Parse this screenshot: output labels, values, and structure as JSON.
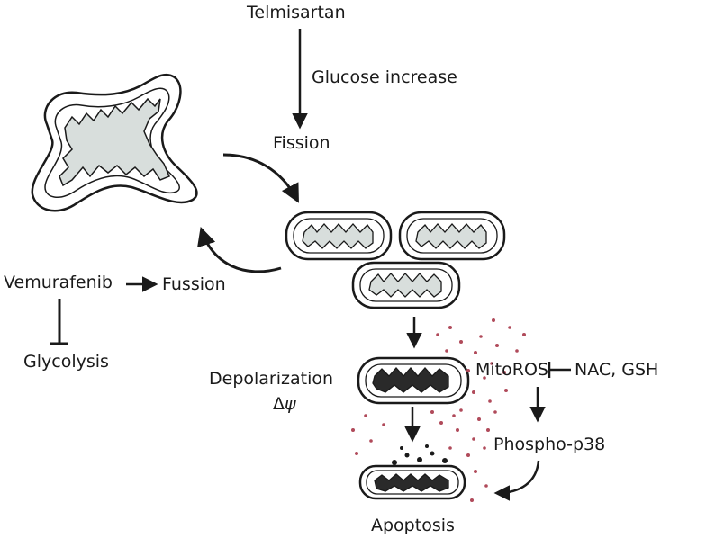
{
  "labels": {
    "telmisartan": "Telmisartan",
    "glucose_increase": "Glucose increase",
    "fission": "Fission",
    "vemurafenib": "Vemurafenib",
    "fussion": "Fussion",
    "glycolysis": "Glycolysis",
    "depolarization": "Depolarization",
    "delta": "Δ",
    "psi": "ψ",
    "mitoros": "MitoROS",
    "nac_gsh": "NAC, GSH",
    "phospho_p38": "Phospho-p38",
    "apoptosis": "Apoptosis"
  },
  "colors": {
    "ink": "#1a1a1a",
    "matrix_fill": "#d8dedc",
    "damaged_fill": "#2a2a2a",
    "ros_dot": "#b04a5a"
  }
}
